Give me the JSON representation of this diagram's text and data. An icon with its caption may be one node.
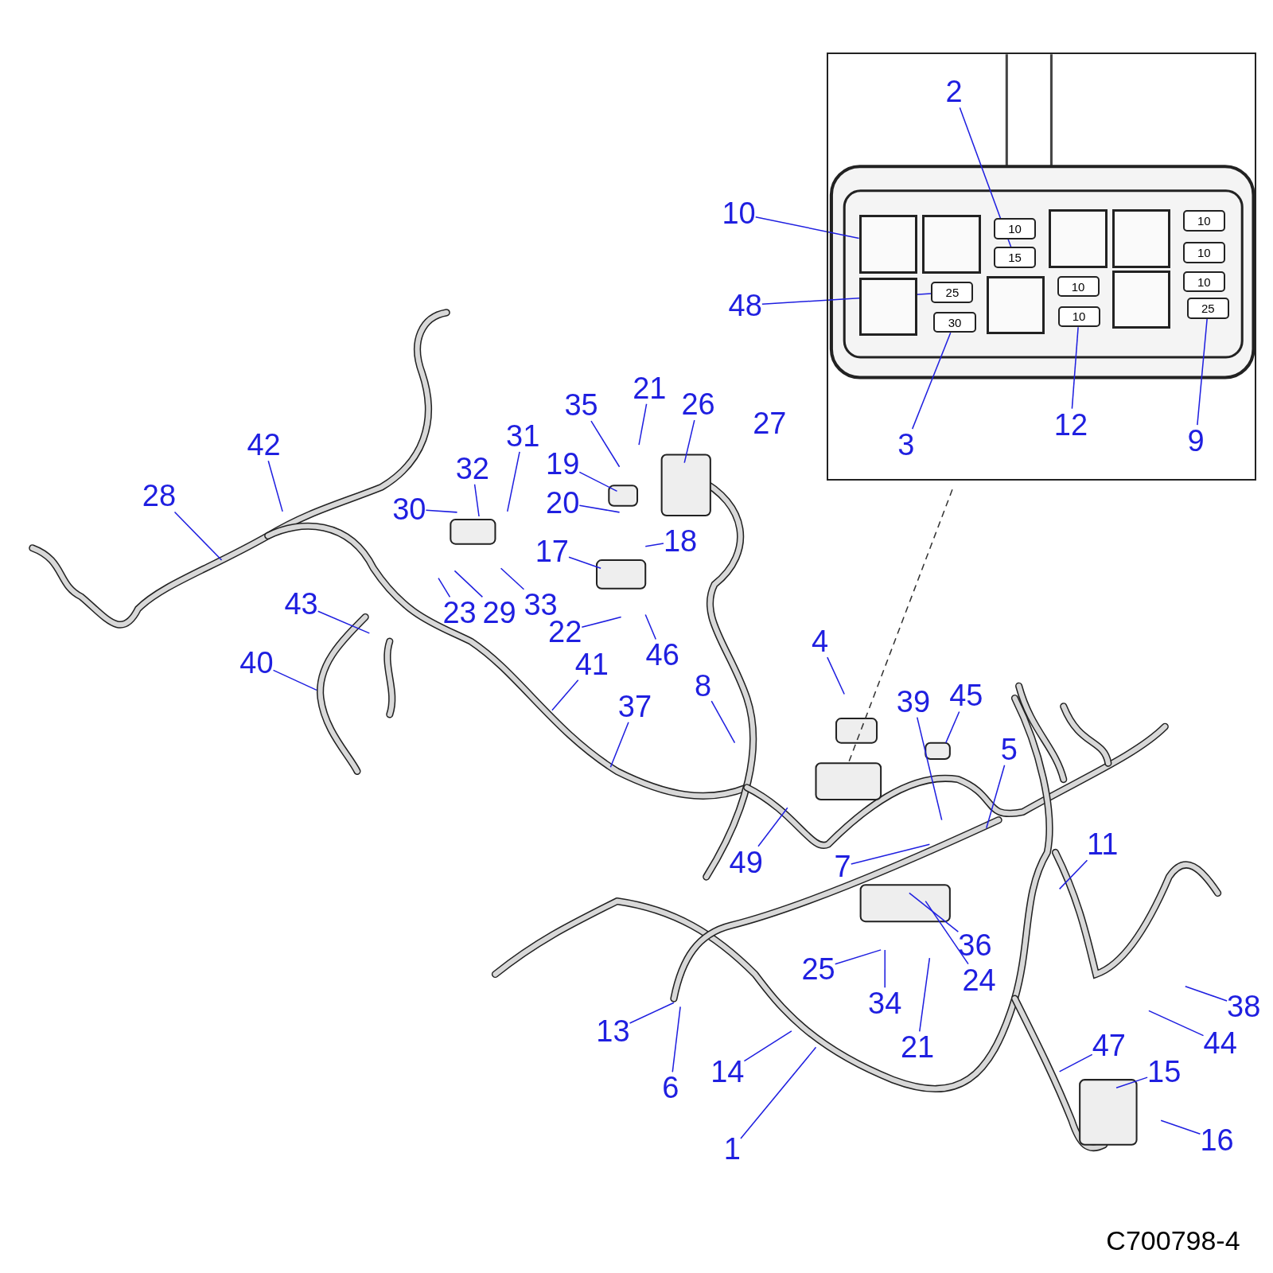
{
  "diagram": {
    "nodes": [
      {
        "text": [],
        "shape": "box"
      },
      {
        "text": [],
        "shape": "box",
        "in": 0
      },
      {
        "text": [],
        "shape": "box",
        "in": 0
      },
      {
        "text": [],
        "shape": "box",
        "in": 0
      },
      {
        "text": [],
        "shape": "box",
        "in": 0
      },
      {
        "text": [],
        "shape": "box",
        "in": 0
      },
      {
        "text": [],
        "shape": "box",
        "in": 0
      },
      {
        "text": [],
        "shape": "box",
        "in": 0
      },
      {
        "text": [
          "10"
        ],
        "in": 0
      },
      {
        "text": [
          "10"
        ],
        "in": 0
      },
      {
        "text": [
          "15"
        ],
        "in": 0
      },
      {
        "text": [
          "10"
        ],
        "in": 0
      },
      {
        "text": [
          "25"
        ],
        "in": 0
      },
      {
        "text": [
          "10"
        ],
        "in": 0
      },
      {
        "text": [
          "10"
        ],
        "in": 0
      },
      {
        "text": [
          "25"
        ],
        "in": 0
      },
      {
        "text": [
          "30"
        ],
        "in": 0
      },
      {
        "text": [
          "10"
        ],
        "in": 0
      },
      {
        "text": [
          "2"
        ],
        "in": 0
      },
      {
        "text": [
          "10"
        ]
      },
      {
        "text": [
          "48"
        ]
      },
      {
        "text": [
          "3"
        ],
        "in": 0
      },
      {
        "text": [
          "12"
        ],
        "in": 0
      },
      {
        "text": [
          "9"
        ],
        "in": 0
      },
      {
        "text": [
          "21"
        ]
      },
      {
        "text": [
          "26"
        ]
      },
      {
        "text": [
          "27"
        ]
      },
      {
        "text": [
          "35"
        ]
      },
      {
        "text": [
          "31"
        ]
      },
      {
        "text": [
          "42"
        ]
      },
      {
        "text": [
          "28"
        ]
      },
      {
        "text": [
          "32"
        ]
      },
      {
        "text": [
          "19"
        ]
      },
      {
        "text": [
          "30"
        ]
      },
      {
        "text": [
          "20"
        ]
      },
      {
        "text": [
          "18"
        ]
      },
      {
        "text": [
          "17"
        ]
      },
      {
        "text": [
          "43"
        ]
      },
      {
        "text": [
          "23"
        ]
      },
      {
        "text": [
          "29"
        ]
      },
      {
        "text": [
          "33"
        ]
      },
      {
        "text": [
          "22"
        ]
      },
      {
        "text": [
          "46"
        ]
      },
      {
        "text": [
          "40"
        ]
      },
      {
        "text": [
          "41"
        ]
      },
      {
        "text": [
          "4"
        ]
      },
      {
        "text": [
          "8"
        ]
      },
      {
        "text": [
          "37"
        ]
      },
      {
        "text": [
          "39"
        ]
      },
      {
        "text": [
          "45"
        ]
      },
      {
        "text": [
          "5"
        ]
      },
      {
        "text": [
          "49"
        ]
      },
      {
        "text": [
          "7"
        ]
      },
      {
        "text": [
          "11"
        ]
      },
      {
        "text": [
          "36"
        ]
      },
      {
        "text": [
          "25"
        ]
      },
      {
        "text": [
          "24"
        ]
      },
      {
        "text": [
          "34"
        ]
      },
      {
        "text": [
          "21"
        ]
      },
      {
        "text": [
          "13"
        ]
      },
      {
        "text": [
          "6"
        ]
      },
      {
        "text": [
          "14"
        ]
      },
      {
        "text": [
          "1"
        ]
      },
      {
        "text": [
          "38"
        ]
      },
      {
        "text": [
          "44"
        ]
      },
      {
        "text": [
          "47"
        ]
      },
      {
        "text": [
          "15"
        ]
      },
      {
        "text": [
          "16"
        ]
      }
    ],
    "edges": [
      {
        "from": 0,
        "to": null,
        "arrow": "none",
        "style": "dashed",
        "color": "#333333"
      },
      {
        "from": 18,
        "to": 10,
        "arrow": "none"
      },
      {
        "from": 19,
        "to": 1,
        "arrow": "none"
      },
      {
        "from": 20,
        "to": 12,
        "arrow": "none"
      },
      {
        "from": 21,
        "to": 16,
        "arrow": "none"
      },
      {
        "from": 22,
        "to": 17,
        "arrow": "none"
      },
      {
        "from": 23,
        "to": 15,
        "arrow": "none"
      },
      {
        "from": 24,
        "to": null,
        "arrow": "none"
      },
      {
        "from": 25,
        "to": null,
        "arrow": "none"
      },
      {
        "from": 27,
        "to": null,
        "arrow": "none"
      },
      {
        "from": 28,
        "to": null,
        "arrow": "none"
      },
      {
        "from": 29,
        "to": null,
        "arrow": "none"
      },
      {
        "from": 30,
        "to": null,
        "arrow": "none"
      },
      {
        "from": 31,
        "to": null,
        "arrow": "none"
      },
      {
        "from": 32,
        "to": null,
        "arrow": "none"
      },
      {
        "from": 33,
        "to": null,
        "arrow": "none"
      },
      {
        "from": 34,
        "to": null,
        "arrow": "none"
      },
      {
        "from": 35,
        "to": null,
        "arrow": "none"
      },
      {
        "from": 36,
        "to": null,
        "arrow": "none"
      },
      {
        "from": 37,
        "to": null,
        "arrow": "none"
      },
      {
        "from": 38,
        "to": null,
        "arrow": "none"
      },
      {
        "from": 39,
        "to": null,
        "arrow": "none"
      },
      {
        "from": 40,
        "to": null,
        "arrow": "none"
      },
      {
        "from": 41,
        "to": null,
        "arrow": "none"
      },
      {
        "from": 42,
        "to": null,
        "arrow": "none"
      },
      {
        "from": 43,
        "to": null,
        "arrow": "none"
      },
      {
        "from": 44,
        "to": null,
        "arrow": "none"
      },
      {
        "from": 45,
        "to": null,
        "arrow": "none"
      },
      {
        "from": 46,
        "to": null,
        "arrow": "none"
      },
      {
        "from": 47,
        "to": null,
        "arrow": "none"
      },
      {
        "from": 48,
        "to": null,
        "arrow": "none"
      },
      {
        "from": 49,
        "to": null,
        "arrow": "none"
      },
      {
        "from": 50,
        "to": null,
        "arrow": "none"
      },
      {
        "from": 51,
        "to": null,
        "arrow": "none"
      },
      {
        "from": 52,
        "to": null,
        "arrow": "none"
      },
      {
        "from": 53,
        "to": null,
        "arrow": "none"
      },
      {
        "from": 54,
        "to": null,
        "arrow": "none"
      },
      {
        "from": 55,
        "to": null,
        "arrow": "none"
      },
      {
        "from": 56,
        "to": null,
        "arrow": "none"
      },
      {
        "from": 57,
        "to": null,
        "arrow": "none"
      },
      {
        "from": 58,
        "to": null,
        "arrow": "none"
      },
      {
        "from": 59,
        "to": null,
        "arrow": "none"
      },
      {
        "from": 60,
        "to": null,
        "arrow": "none"
      },
      {
        "from": 61,
        "to": null,
        "arrow": "none"
      },
      {
        "from": 62,
        "to": null,
        "arrow": "none"
      },
      {
        "from": 63,
        "to": null,
        "arrow": "none"
      },
      {
        "from": 64,
        "to": null,
        "arrow": "none"
      },
      {
        "from": 65,
        "to": null,
        "arrow": "none"
      },
      {
        "from": 66,
        "to": null,
        "arrow": "none"
      },
      {
        "from": 67,
        "to": null,
        "arrow": "none"
      }
    ],
    "labels": [
      "C700798-4"
    ]
  }
}
